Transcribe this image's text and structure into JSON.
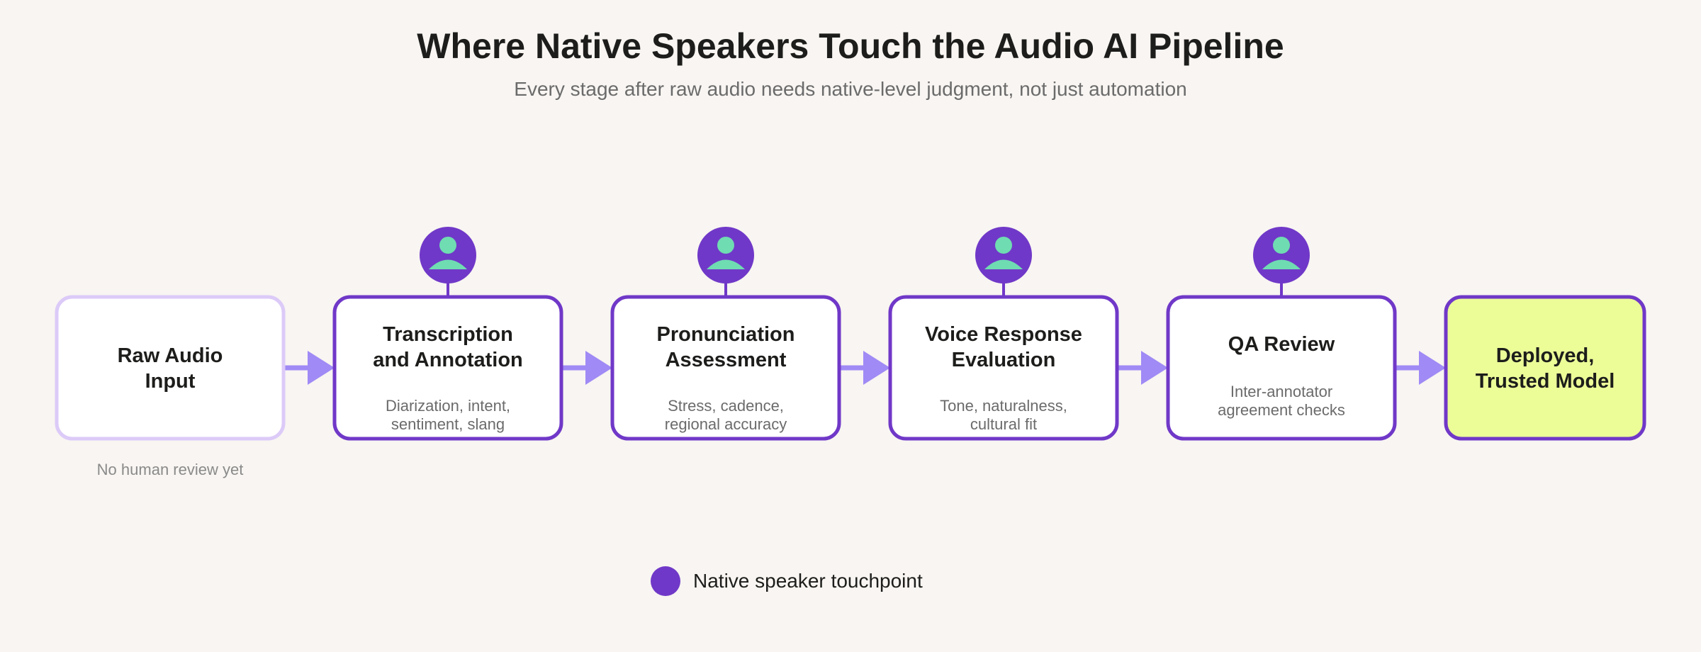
{
  "title": "Where Native Speakers Touch the Audio AI Pipeline",
  "subtitle": "Every stage after raw audio needs native-level judgment, not just automation",
  "colors": {
    "accent": "#7038c8",
    "arrow": "#a08af5",
    "raw_border": "#dccaf8",
    "person_glyph": "#6fdcb2",
    "deployed_fill": "#ecfd98"
  },
  "stages": [
    {
      "title_lines": [
        "Raw Audio",
        "Input"
      ],
      "desc_lines": [],
      "touchpoint": false,
      "style": "raw",
      "note": "No human review yet"
    },
    {
      "title_lines": [
        "Transcription",
        "and Annotation"
      ],
      "desc_lines": [
        "Diarization, intent,",
        "sentiment, slang"
      ],
      "touchpoint": true,
      "style": "human"
    },
    {
      "title_lines": [
        "Pronunciation",
        "Assessment"
      ],
      "desc_lines": [
        "Stress, cadence,",
        "regional accuracy"
      ],
      "touchpoint": true,
      "style": "human"
    },
    {
      "title_lines": [
        "Voice Response",
        "Evaluation"
      ],
      "desc_lines": [
        "Tone, naturalness,",
        "cultural fit"
      ],
      "touchpoint": true,
      "style": "human"
    },
    {
      "title_lines": [
        "QA Review"
      ],
      "desc_lines": [
        "Inter-annotator",
        "agreement checks"
      ],
      "touchpoint": true,
      "style": "human"
    },
    {
      "title_lines": [
        "Deployed,",
        "Trusted Model"
      ],
      "desc_lines": [],
      "touchpoint": false,
      "style": "deployed"
    }
  ],
  "legend": {
    "icon": "person-icon",
    "label": "Native speaker touchpoint"
  }
}
